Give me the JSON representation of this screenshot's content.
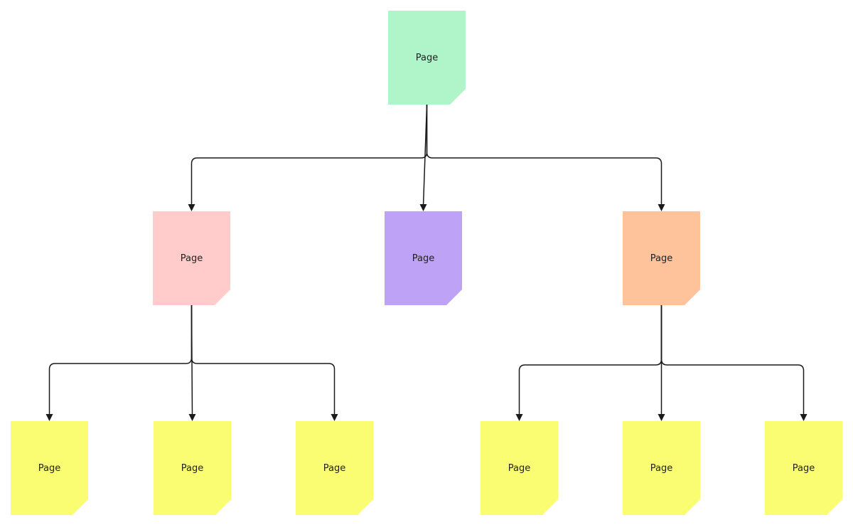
{
  "diagram": {
    "nodes": [
      {
        "id": "root",
        "label": "Page",
        "color": "#b0f5c9"
      },
      {
        "id": "l1-left",
        "label": "Page",
        "color": "#ffcccb"
      },
      {
        "id": "l1-mid",
        "label": "Page",
        "color": "#bda2f6"
      },
      {
        "id": "l1-right",
        "label": "Page",
        "color": "#ffc39c"
      },
      {
        "id": "l2-a",
        "label": "Page",
        "color": "#fafd72"
      },
      {
        "id": "l2-b",
        "label": "Page",
        "color": "#fafd72"
      },
      {
        "id": "l2-c",
        "label": "Page",
        "color": "#fafd72"
      },
      {
        "id": "l2-d",
        "label": "Page",
        "color": "#fafd72"
      },
      {
        "id": "l2-e",
        "label": "Page",
        "color": "#fafd72"
      },
      {
        "id": "l2-f",
        "label": "Page",
        "color": "#fafd72"
      }
    ],
    "edges": [
      {
        "from": "root",
        "to": "l1-left"
      },
      {
        "from": "root",
        "to": "l1-mid"
      },
      {
        "from": "root",
        "to": "l1-right"
      },
      {
        "from": "l1-left",
        "to": "l2-a"
      },
      {
        "from": "l1-left",
        "to": "l2-b"
      },
      {
        "from": "l1-left",
        "to": "l2-c"
      },
      {
        "from": "l1-right",
        "to": "l2-d"
      },
      {
        "from": "l1-right",
        "to": "l2-e"
      },
      {
        "from": "l1-right",
        "to": "l2-f"
      }
    ],
    "line_color": "#1a1a1a"
  }
}
